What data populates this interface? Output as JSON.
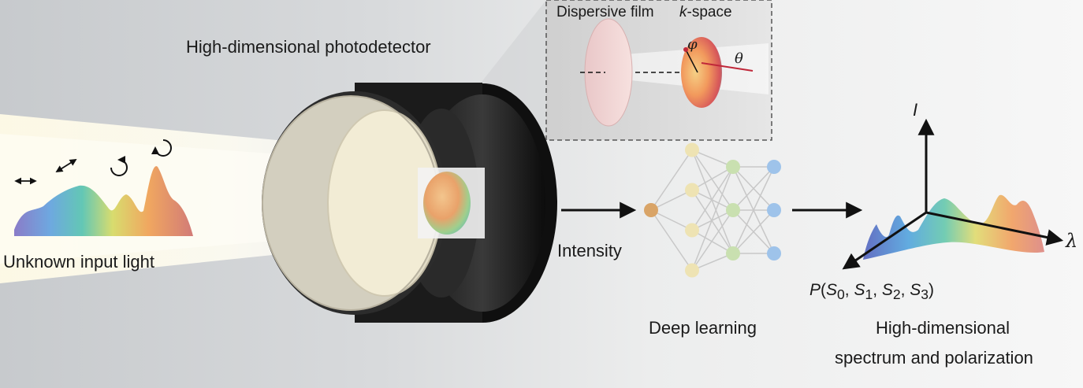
{
  "labels": {
    "device_title": "High-dimensional photodetector",
    "input_label": "Unknown input light",
    "intensity_label": "Intensity",
    "dl_label": "Deep learning",
    "output_label_line1": "High-dimensional",
    "output_label_line2": "spectrum and polarization"
  },
  "inset": {
    "film_label": "Dispersive film",
    "kspace_label_k": "k",
    "kspace_label_rest": "-space",
    "phi_symbol": "φ",
    "theta_symbol": "θ"
  },
  "axes3d": {
    "i_label": "I",
    "lambda_label": "λ",
    "p_label_p": "P",
    "p_label_open": "(",
    "s_letter": "S",
    "sub0": "0",
    "sub1": "1",
    "sub2": "2",
    "sub3": "3",
    "comma_sp": ", ",
    "close": ")"
  },
  "network": {
    "layers": [
      1,
      4,
      3,
      3
    ],
    "input_color": "#d9a467",
    "hidden1_color": "#eee3b3",
    "hidden2_color": "#c9e0b0",
    "output_color": "#9ec3ea"
  },
  "colors": {
    "beam": "#fffbe8",
    "arrow": "#111111",
    "inset_border": "#555555",
    "theta_line": "#c0283a"
  },
  "icons": [
    "double-arrow-horizontal-icon",
    "double-arrow-diagonal-icon",
    "circular-arrow-clockwise-icon",
    "circular-arrow-counterclockwise-icon"
  ]
}
